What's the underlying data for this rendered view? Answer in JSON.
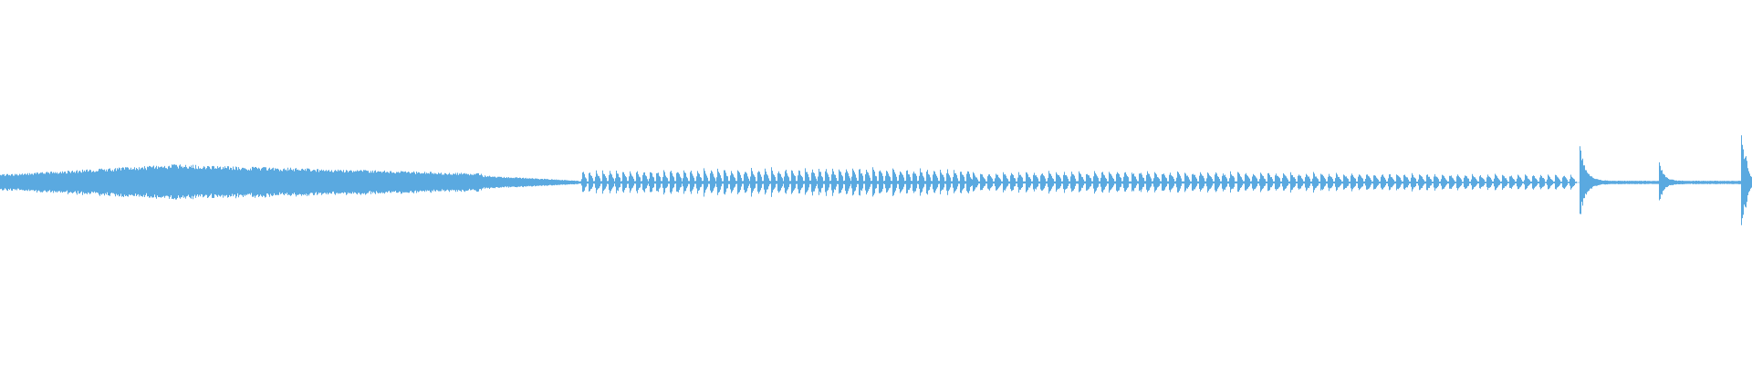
{
  "waveform": {
    "color": "#5aa9e0",
    "background": "#ffffff",
    "segments": [
      {
        "name": "sustained-tone-swell",
        "start": 0.0,
        "end": 0.275,
        "pattern": "continuous",
        "amp_start": 0.045,
        "amp_peak": 0.1,
        "peak_at": 0.1,
        "amp_end": 0.05
      },
      {
        "name": "tail-decay",
        "start": 0.275,
        "end": 0.33,
        "pattern": "continuous",
        "amp_start": 0.04,
        "amp_peak": 0.04,
        "peak_at": 0.275,
        "amp_end": 0.01
      },
      {
        "name": "quiet-gap",
        "start": 0.33,
        "end": 0.332,
        "pattern": "continuous",
        "amp_start": 0.008,
        "amp_peak": 0.008,
        "peak_at": 0.33,
        "amp_end": 0.008
      },
      {
        "name": "pulse-train-1",
        "start": 0.332,
        "end": 0.555,
        "pattern": "pulses",
        "pulse_count": 58,
        "amp_start": 0.07,
        "amp_peak": 0.09,
        "peak_at": 0.48,
        "amp_end": 0.08
      },
      {
        "name": "pulse-train-2",
        "start": 0.555,
        "end": 0.9,
        "pattern": "pulses",
        "pulse_count": 80,
        "amp_start": 0.06,
        "amp_peak": 0.07,
        "peak_at": 0.64,
        "amp_end": 0.045
      },
      {
        "name": "transient-1",
        "start": 0.902,
        "end": 0.93,
        "pattern": "transient",
        "amp_start": 0.22,
        "amp_peak": 0.22,
        "peak_at": 0.903,
        "amp_end": 0.01
      },
      {
        "name": "low-hiss-1",
        "start": 0.93,
        "end": 0.947,
        "pattern": "continuous",
        "amp_start": 0.01,
        "amp_peak": 0.01,
        "peak_at": 0.93,
        "amp_end": 0.01
      },
      {
        "name": "transient-2",
        "start": 0.947,
        "end": 0.97,
        "pattern": "transient",
        "amp_start": 0.12,
        "amp_peak": 0.12,
        "peak_at": 0.948,
        "amp_end": 0.01
      },
      {
        "name": "low-hiss-2",
        "start": 0.97,
        "end": 0.994,
        "pattern": "continuous",
        "amp_start": 0.01,
        "amp_peak": 0.01,
        "peak_at": 0.97,
        "amp_end": 0.01
      },
      {
        "name": "transient-3",
        "start": 0.994,
        "end": 1.0,
        "pattern": "transient",
        "amp_start": 0.3,
        "amp_peak": 0.3,
        "peak_at": 0.995,
        "amp_end": 0.15
      }
    ]
  }
}
